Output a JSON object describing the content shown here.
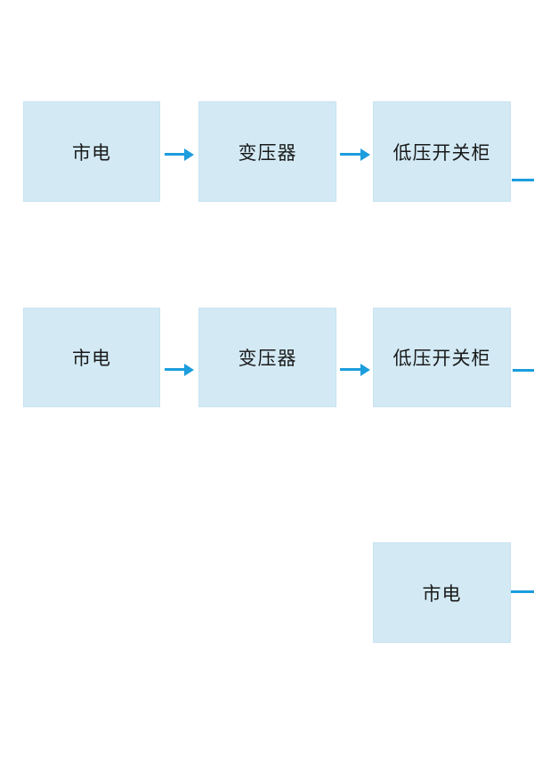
{
  "colors": {
    "background": "#ffffff",
    "box_fill": "#d3eaf5",
    "box_edge": "#c7e3f1",
    "connector": "#1b9dde",
    "text": "#1a1a1a"
  },
  "diagram": {
    "type": "flowchart",
    "rows": [
      {
        "sequence": [
          "市电",
          "变压器",
          "低压开关柜"
        ],
        "continues_right": true
      },
      {
        "sequence": [
          "市电",
          "变压器",
          "低压开关柜"
        ],
        "continues_right": true
      },
      {
        "sequence": [
          "市电"
        ],
        "continues_right": true
      }
    ]
  },
  "nodes": {
    "row1_mains": "市电",
    "row1_transformer": "变压器",
    "row1_switchgear": "低压开关柜",
    "row2_mains": "市电",
    "row2_transformer": "变压器",
    "row2_switchgear": "低压开关柜",
    "row3_mains": "市电"
  }
}
